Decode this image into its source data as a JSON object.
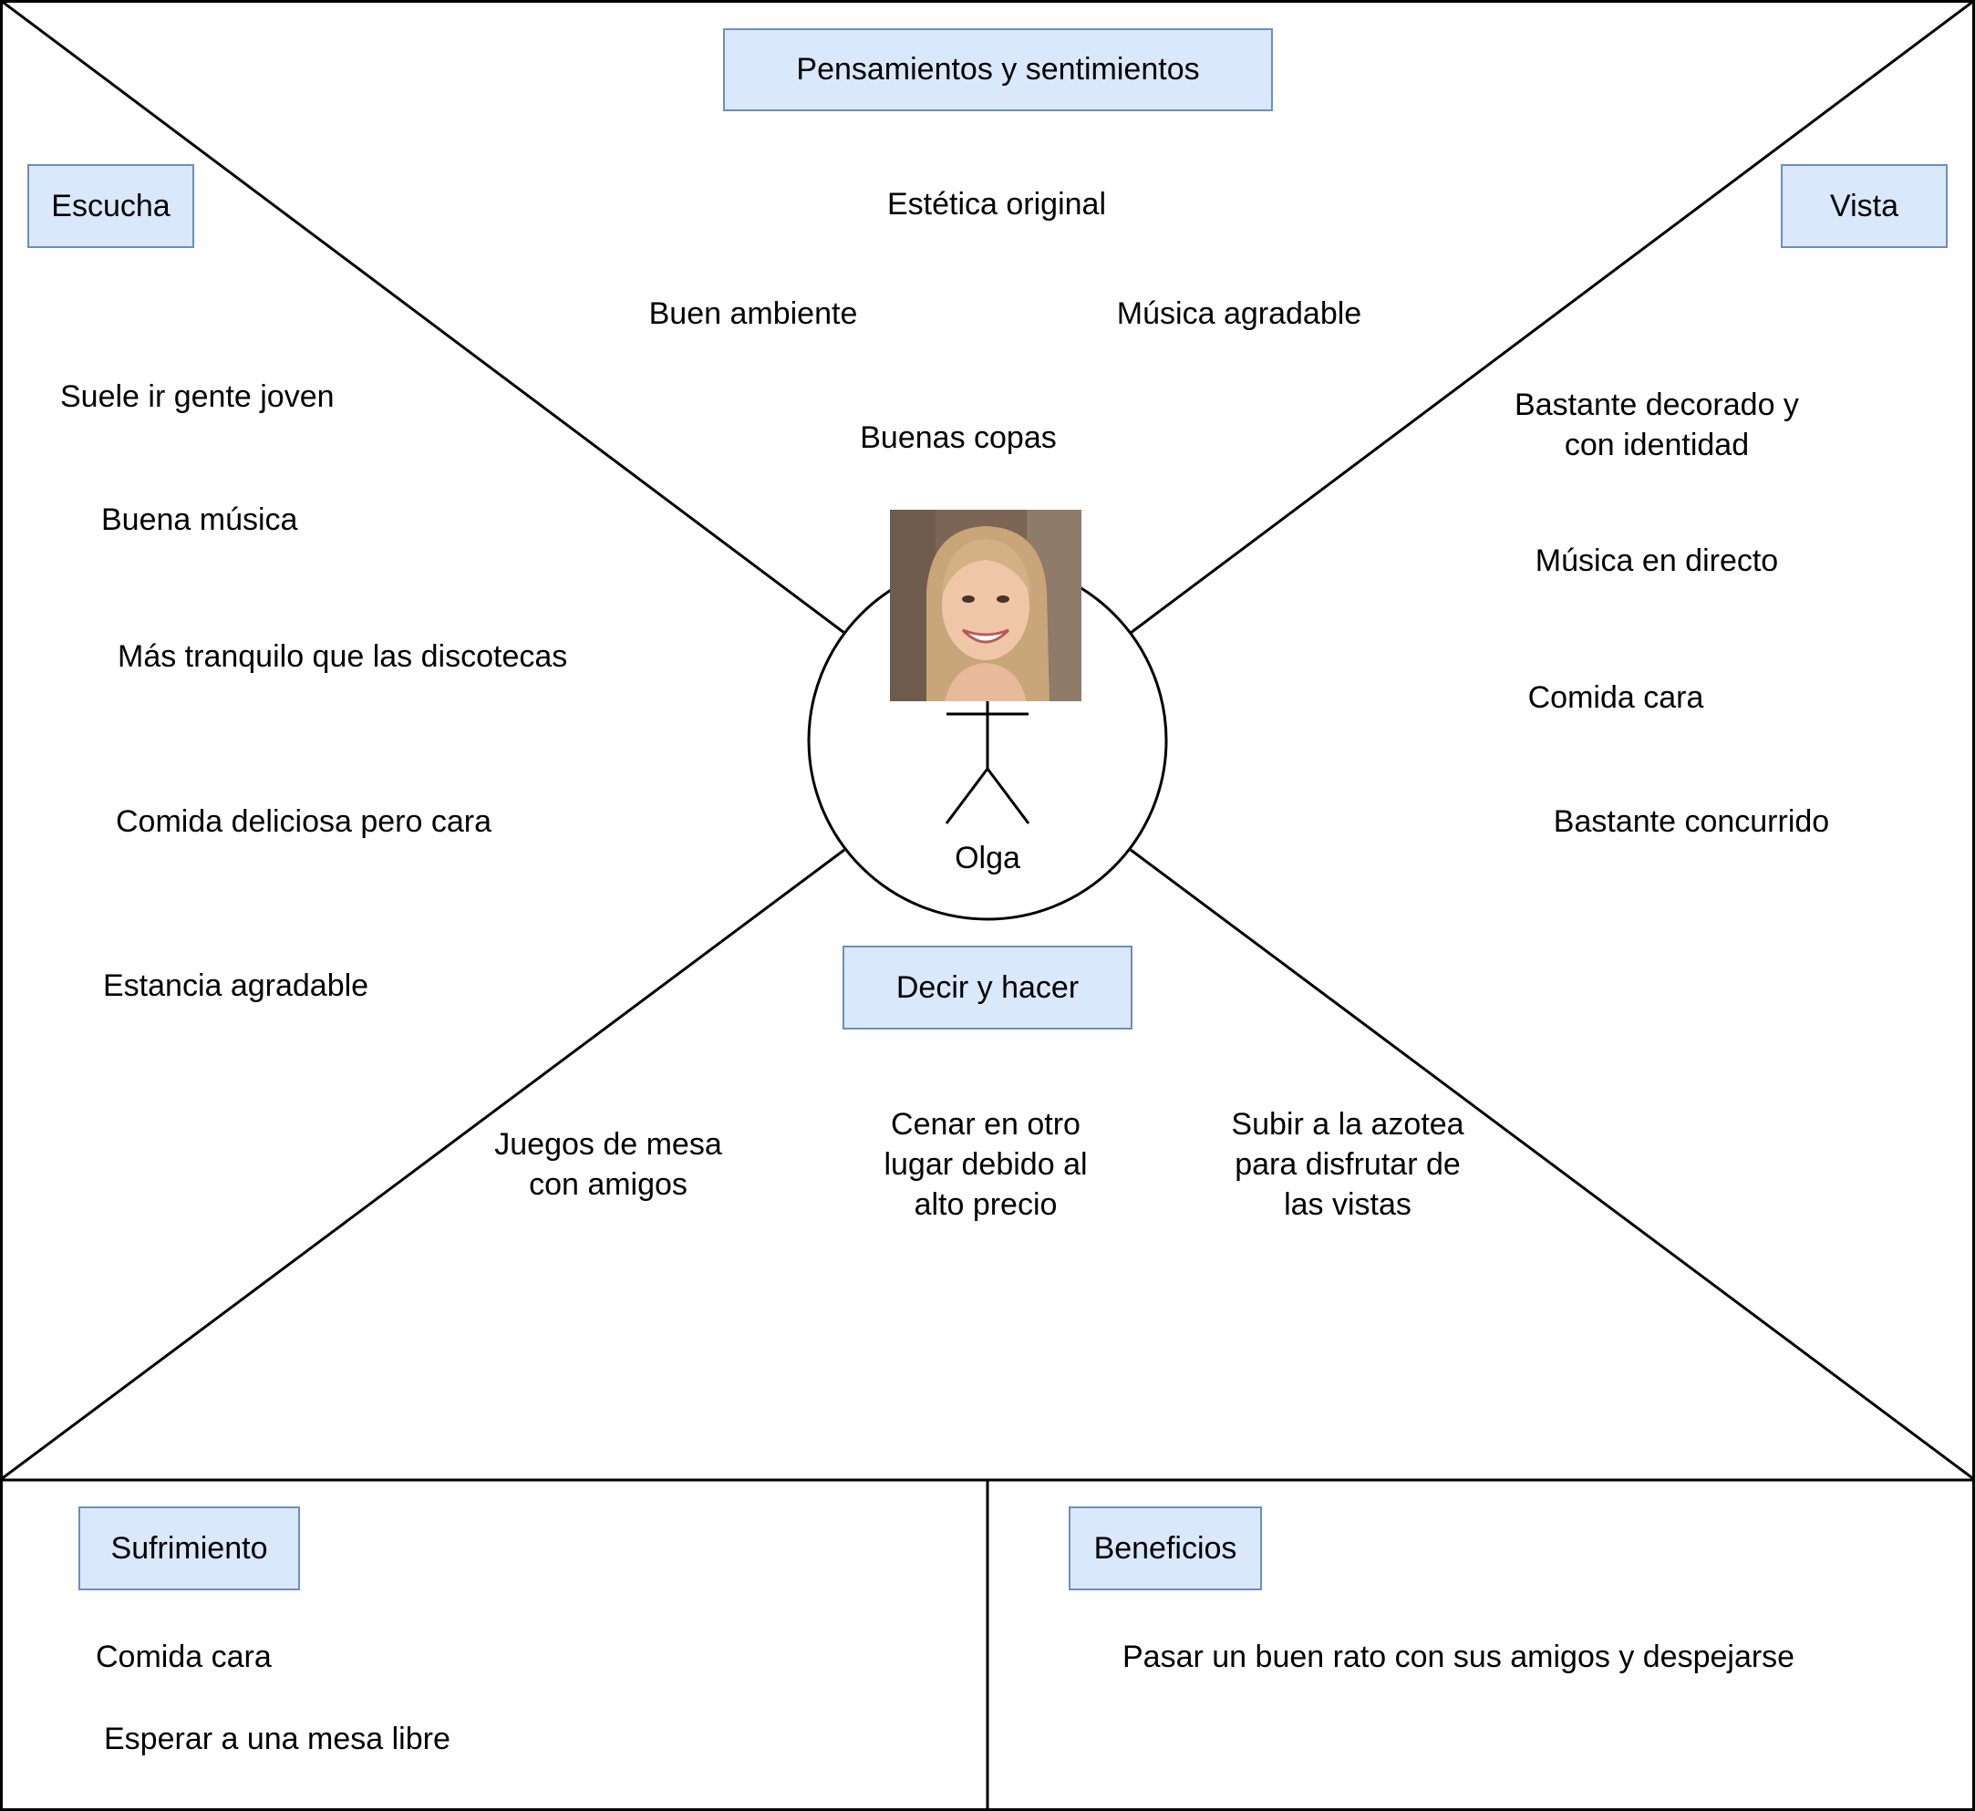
{
  "person": {
    "name": "Olga",
    "photo_alt": "Olga"
  },
  "sections": {
    "thinks_feels": {
      "title": "Pensamientos y sentimientos",
      "items": [
        "Estética original",
        "Buen ambiente",
        "Música agradable",
        "Buenas copas"
      ]
    },
    "hears": {
      "title": "Escucha",
      "items": [
        "Suele ir gente joven",
        "Buena música",
        "Más tranquilo que las discotecas",
        "Comida deliciosa pero cara",
        "Estancia agradable"
      ]
    },
    "sees": {
      "title": "Vista",
      "items": [
        "Bastante decorado y\ncon identidad",
        "Música en directo",
        "Comida cara",
        "Bastante concurrido"
      ]
    },
    "says_does": {
      "title": "Decir y hacer",
      "items": [
        "Juegos de mesa\ncon amigos",
        "Cenar en otro\nlugar debido al\nalto precio",
        "Subir a la azotea\npara disfrutar de\nlas vistas"
      ]
    },
    "pains": {
      "title": "Sufrimiento",
      "items": [
        "Comida cara",
        "Esperar a una mesa libre"
      ]
    },
    "gains": {
      "title": "Beneficios",
      "items": [
        "Pasar un buen rato con sus amigos y despejarse"
      ]
    }
  },
  "colors": {
    "label_fill": "#dae8fc",
    "label_border": "#6c8ebf",
    "line": "#000000"
  }
}
